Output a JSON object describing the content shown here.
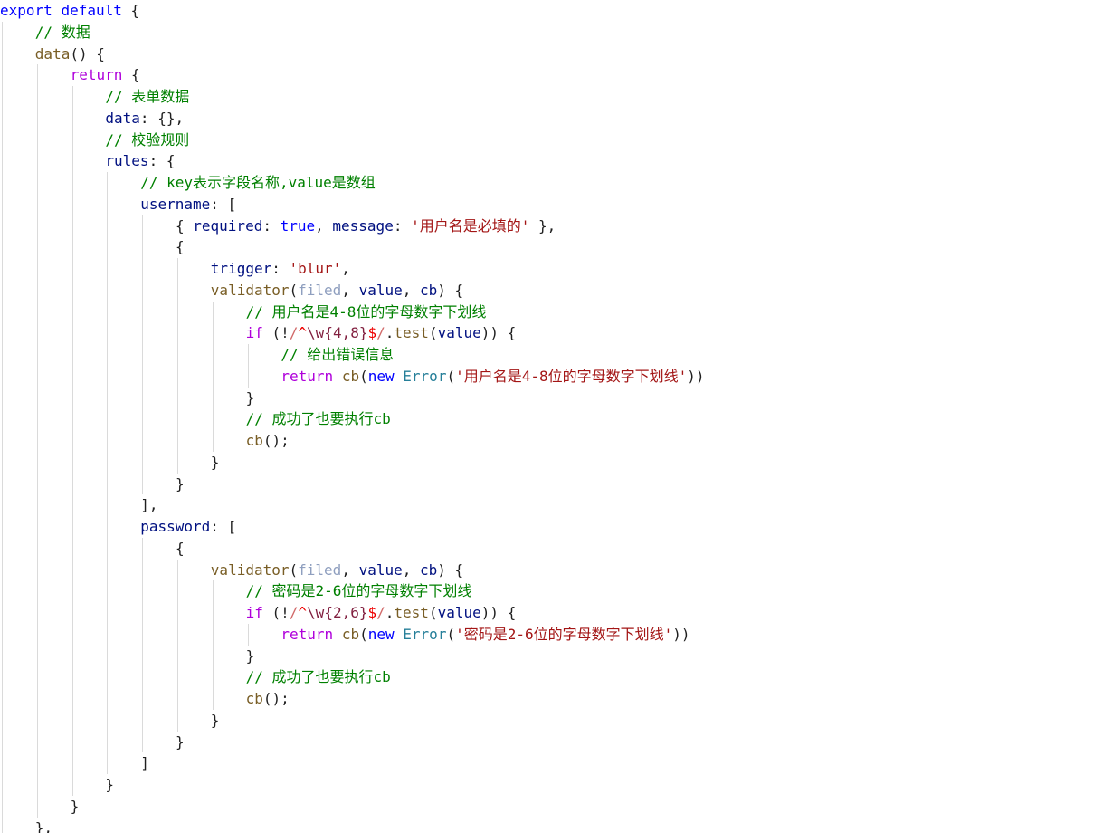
{
  "editor": {
    "theme_colors": {
      "background": "#ffffff",
      "keyword": "#0000ff",
      "control": "#af00db",
      "function": "#795e26",
      "property": "#001080",
      "string": "#a31515",
      "comment": "#008000",
      "type": "#267f99",
      "unused_param": "#8f9fbf",
      "regex": "#811f3f",
      "indent_guide": "#dadada"
    },
    "lines": [
      {
        "indent": 0,
        "tokens": [
          {
            "t": "kw",
            "v": "export"
          },
          {
            "t": "punct",
            "v": " "
          },
          {
            "t": "kw",
            "v": "default"
          },
          {
            "t": "punct",
            "v": " {"
          }
        ]
      },
      {
        "indent": 1,
        "tokens": [
          {
            "t": "cmt",
            "v": "// 数据"
          }
        ]
      },
      {
        "indent": 1,
        "tokens": [
          {
            "t": "fn",
            "v": "data"
          },
          {
            "t": "punct",
            "v": "() {"
          }
        ]
      },
      {
        "indent": 2,
        "tokens": [
          {
            "t": "ctrl",
            "v": "return"
          },
          {
            "t": "punct",
            "v": " {"
          }
        ]
      },
      {
        "indent": 3,
        "tokens": [
          {
            "t": "cmt",
            "v": "// 表单数据"
          }
        ]
      },
      {
        "indent": 3,
        "tokens": [
          {
            "t": "prop",
            "v": "data"
          },
          {
            "t": "punct",
            "v": ": {},"
          }
        ]
      },
      {
        "indent": 3,
        "tokens": [
          {
            "t": "cmt",
            "v": "// 校验规则"
          }
        ]
      },
      {
        "indent": 3,
        "tokens": [
          {
            "t": "prop",
            "v": "rules"
          },
          {
            "t": "punct",
            "v": ": {"
          }
        ]
      },
      {
        "indent": 4,
        "tokens": [
          {
            "t": "cmt",
            "v": "// key表示字段名称,value是数组"
          }
        ]
      },
      {
        "indent": 4,
        "tokens": [
          {
            "t": "prop",
            "v": "username"
          },
          {
            "t": "punct",
            "v": ": ["
          }
        ]
      },
      {
        "indent": 5,
        "tokens": [
          {
            "t": "punct",
            "v": "{ "
          },
          {
            "t": "prop",
            "v": "required"
          },
          {
            "t": "punct",
            "v": ": "
          },
          {
            "t": "kw",
            "v": "true"
          },
          {
            "t": "punct",
            "v": ", "
          },
          {
            "t": "prop",
            "v": "message"
          },
          {
            "t": "punct",
            "v": ": "
          },
          {
            "t": "str",
            "v": "'用户名是必填的'"
          },
          {
            "t": "punct",
            "v": " },"
          }
        ]
      },
      {
        "indent": 5,
        "tokens": [
          {
            "t": "punct",
            "v": "{"
          }
        ]
      },
      {
        "indent": 6,
        "tokens": [
          {
            "t": "prop",
            "v": "trigger"
          },
          {
            "t": "punct",
            "v": ": "
          },
          {
            "t": "str",
            "v": "'blur'"
          },
          {
            "t": "punct",
            "v": ","
          }
        ]
      },
      {
        "indent": 6,
        "tokens": [
          {
            "t": "fn",
            "v": "validator"
          },
          {
            "t": "punct",
            "v": "("
          },
          {
            "t": "unused",
            "v": "filed"
          },
          {
            "t": "punct",
            "v": ", "
          },
          {
            "t": "prop",
            "v": "value"
          },
          {
            "t": "punct",
            "v": ", "
          },
          {
            "t": "prop",
            "v": "cb"
          },
          {
            "t": "punct",
            "v": ") {"
          }
        ]
      },
      {
        "indent": 7,
        "tokens": [
          {
            "t": "cmt",
            "v": "// 用户名是4-8位的字母数字下划线"
          }
        ]
      },
      {
        "indent": 7,
        "tokens": [
          {
            "t": "ctrl",
            "v": "if"
          },
          {
            "t": "punct",
            "v": " (!"
          },
          {
            "t": "reop",
            "v": "/"
          },
          {
            "t": "esc",
            "v": "^"
          },
          {
            "t": "re",
            "v": "\\w{4,8}"
          },
          {
            "t": "esc",
            "v": "$"
          },
          {
            "t": "reop",
            "v": "/"
          },
          {
            "t": "punct",
            "v": "."
          },
          {
            "t": "fn",
            "v": "test"
          },
          {
            "t": "punct",
            "v": "("
          },
          {
            "t": "prop",
            "v": "value"
          },
          {
            "t": "punct",
            "v": ")) {"
          }
        ]
      },
      {
        "indent": 8,
        "tokens": [
          {
            "t": "cmt",
            "v": "// 给出错误信息"
          }
        ]
      },
      {
        "indent": 8,
        "tokens": [
          {
            "t": "ctrl",
            "v": "return"
          },
          {
            "t": "punct",
            "v": " "
          },
          {
            "t": "fn",
            "v": "cb"
          },
          {
            "t": "punct",
            "v": "("
          },
          {
            "t": "kw",
            "v": "new"
          },
          {
            "t": "punct",
            "v": " "
          },
          {
            "t": "type",
            "v": "Error"
          },
          {
            "t": "punct",
            "v": "("
          },
          {
            "t": "str",
            "v": "'用户名是4-8位的字母数字下划线'"
          },
          {
            "t": "punct",
            "v": "))"
          }
        ]
      },
      {
        "indent": 7,
        "tokens": [
          {
            "t": "punct",
            "v": "}"
          }
        ]
      },
      {
        "indent": 7,
        "tokens": [
          {
            "t": "cmt",
            "v": "// 成功了也要执行cb"
          }
        ]
      },
      {
        "indent": 7,
        "tokens": [
          {
            "t": "fn",
            "v": "cb"
          },
          {
            "t": "punct",
            "v": "();"
          }
        ]
      },
      {
        "indent": 6,
        "tokens": [
          {
            "t": "punct",
            "v": "}"
          }
        ]
      },
      {
        "indent": 5,
        "tokens": [
          {
            "t": "punct",
            "v": "}"
          }
        ]
      },
      {
        "indent": 4,
        "tokens": [
          {
            "t": "punct",
            "v": "],"
          }
        ]
      },
      {
        "indent": 4,
        "tokens": [
          {
            "t": "prop",
            "v": "password"
          },
          {
            "t": "punct",
            "v": ": ["
          }
        ]
      },
      {
        "indent": 5,
        "tokens": [
          {
            "t": "punct",
            "v": "{"
          }
        ]
      },
      {
        "indent": 6,
        "tokens": [
          {
            "t": "fn",
            "v": "validator"
          },
          {
            "t": "punct",
            "v": "("
          },
          {
            "t": "unused",
            "v": "filed"
          },
          {
            "t": "punct",
            "v": ", "
          },
          {
            "t": "prop",
            "v": "value"
          },
          {
            "t": "punct",
            "v": ", "
          },
          {
            "t": "prop",
            "v": "cb"
          },
          {
            "t": "punct",
            "v": ") {"
          }
        ]
      },
      {
        "indent": 7,
        "tokens": [
          {
            "t": "cmt",
            "v": "// 密码是2-6位的字母数字下划线"
          }
        ]
      },
      {
        "indent": 7,
        "tokens": [
          {
            "t": "ctrl",
            "v": "if"
          },
          {
            "t": "punct",
            "v": " (!"
          },
          {
            "t": "reop",
            "v": "/"
          },
          {
            "t": "esc",
            "v": "^"
          },
          {
            "t": "re",
            "v": "\\w{2,6}"
          },
          {
            "t": "esc",
            "v": "$"
          },
          {
            "t": "reop",
            "v": "/"
          },
          {
            "t": "punct",
            "v": "."
          },
          {
            "t": "fn",
            "v": "test"
          },
          {
            "t": "punct",
            "v": "("
          },
          {
            "t": "prop",
            "v": "value"
          },
          {
            "t": "punct",
            "v": ")) {"
          }
        ]
      },
      {
        "indent": 8,
        "tokens": [
          {
            "t": "ctrl",
            "v": "return"
          },
          {
            "t": "punct",
            "v": " "
          },
          {
            "t": "fn",
            "v": "cb"
          },
          {
            "t": "punct",
            "v": "("
          },
          {
            "t": "kw",
            "v": "new"
          },
          {
            "t": "punct",
            "v": " "
          },
          {
            "t": "type",
            "v": "Error"
          },
          {
            "t": "punct",
            "v": "("
          },
          {
            "t": "str",
            "v": "'密码是2-6位的字母数字下划线'"
          },
          {
            "t": "punct",
            "v": "))"
          }
        ]
      },
      {
        "indent": 7,
        "tokens": [
          {
            "t": "punct",
            "v": "}"
          }
        ]
      },
      {
        "indent": 7,
        "tokens": [
          {
            "t": "cmt",
            "v": "// 成功了也要执行cb"
          }
        ]
      },
      {
        "indent": 7,
        "tokens": [
          {
            "t": "fn",
            "v": "cb"
          },
          {
            "t": "punct",
            "v": "();"
          }
        ]
      },
      {
        "indent": 6,
        "tokens": [
          {
            "t": "punct",
            "v": "}"
          }
        ]
      },
      {
        "indent": 5,
        "tokens": [
          {
            "t": "punct",
            "v": "}"
          }
        ]
      },
      {
        "indent": 4,
        "tokens": [
          {
            "t": "punct",
            "v": "]"
          }
        ]
      },
      {
        "indent": 3,
        "tokens": [
          {
            "t": "punct",
            "v": "}"
          }
        ]
      },
      {
        "indent": 2,
        "tokens": [
          {
            "t": "punct",
            "v": "}"
          }
        ]
      },
      {
        "indent": 1,
        "tokens": [
          {
            "t": "punct",
            "v": "},"
          }
        ]
      }
    ]
  }
}
